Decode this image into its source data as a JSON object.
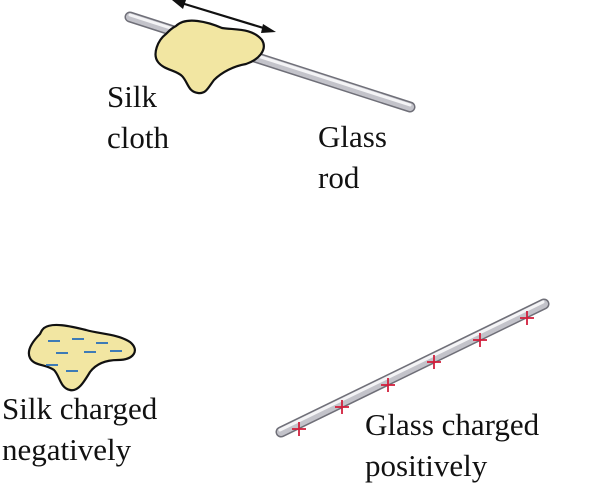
{
  "labels": {
    "silk_cloth": [
      "Silk",
      "cloth"
    ],
    "glass_rod": [
      "Glass",
      "rod"
    ],
    "silk_charged": [
      "Silk charged",
      "negatively"
    ],
    "glass_charged": [
      "Glass charged",
      "positively"
    ]
  },
  "symbols": {
    "negative": "–",
    "positive": "+"
  },
  "colors": {
    "silk_fill": "#f2e6a2",
    "outline": "#111111",
    "rod_light": "#f4f4f6",
    "rod_mid": "#c3c3ca",
    "rod_dark": "#7a7a82",
    "negative_charge": "#2a6fb8",
    "positive_charge": "#d21f3c"
  },
  "counts": {
    "negative_charges": 8,
    "positive_charges": 6
  }
}
